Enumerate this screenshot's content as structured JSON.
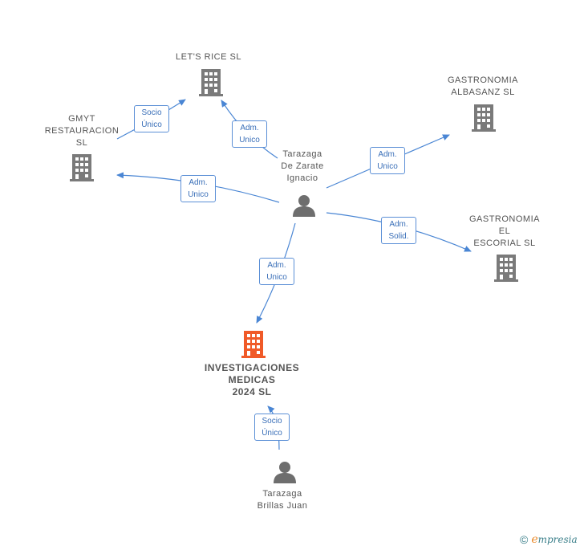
{
  "nodes": {
    "lets_rice": "LET'S RICE  SL",
    "gastronomia_albasanz": "GASTRONOMIA\nALBASANZ  SL",
    "gmyt": "GMYT\nRESTAURACION\nSL",
    "tarazaga_zarate": "Tarazaga\nDe Zarate\nIgnacio",
    "gastronomia_escorial": "GASTRONOMIA\nEL\nESCORIAL  SL",
    "investigaciones": "INVESTIGACIONES\nMEDICAS\n2024  SL",
    "tarazaga_brillas": "Tarazaga\nBrillas Juan"
  },
  "edges": {
    "e1": "Socio\nÚnico",
    "e2": "Adm.\nUnico",
    "e3": "Adm.\nUnico",
    "e4": "Adm.\nUnico",
    "e5": "Adm.\nSolid.",
    "e6": "Adm.\nUnico",
    "e7": "Socio\nÚnico"
  },
  "colors": {
    "edge": "#4a86d4",
    "company_icon": "#7a7a7a",
    "main_company_icon": "#f05a28",
    "person_icon": "#6e6e6e"
  },
  "brand": {
    "copyright": "©",
    "initial": "e",
    "rest": "mpresia"
  }
}
